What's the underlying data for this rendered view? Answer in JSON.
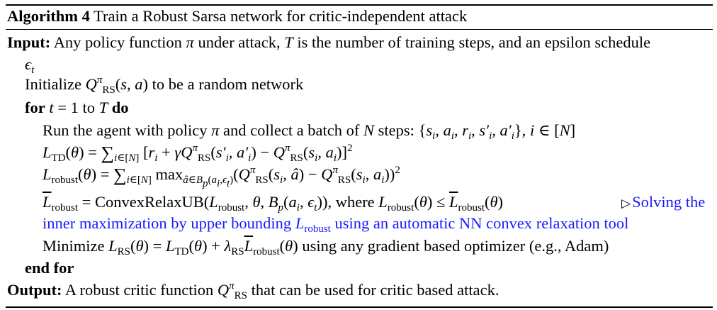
{
  "header": {
    "label": "Algorithm 4",
    "title": "Train a Robust Sarsa network for critic-independent attack"
  },
  "input": {
    "keyword": "Input:",
    "text_a": "Any policy function",
    "text_b": "under attack,",
    "text_c": "is the number of training steps, and an epsilon schedule"
  },
  "init": {
    "text_a": "Initialize",
    "text_b": "to be a random network"
  },
  "loop": {
    "for_kw": "for",
    "to_kw": "to",
    "do_kw": "do",
    "end_kw": "end for"
  },
  "run": {
    "text_a": "Run the agent with policy",
    "text_b": "and collect a batch of",
    "text_c": "steps:"
  },
  "ub": {
    "op": "ConvexRelaxUB",
    "where": ", where"
  },
  "comment": {
    "line1": "Solving the",
    "line2a": "inner maximization by upper bounding",
    "line2b": "using an automatic NN convex relaxation tool"
  },
  "minimize": {
    "text_a": "Minimize",
    "text_b": "using any gradient based optimizer (e.g., Adam)"
  },
  "output": {
    "keyword": "Output:",
    "text_a": "A robust critic function",
    "text_b": "that can be used for critic based attack."
  },
  "math": {
    "pi": "π",
    "T": "T",
    "eps": "ϵ",
    "t": "t",
    "Q": "Q",
    "RS": "RS",
    "N": "N",
    "L": "L",
    "TD": "TD",
    "robust": "robust",
    "theta": "θ",
    "gamma": "γ",
    "lambda": "λ"
  }
}
